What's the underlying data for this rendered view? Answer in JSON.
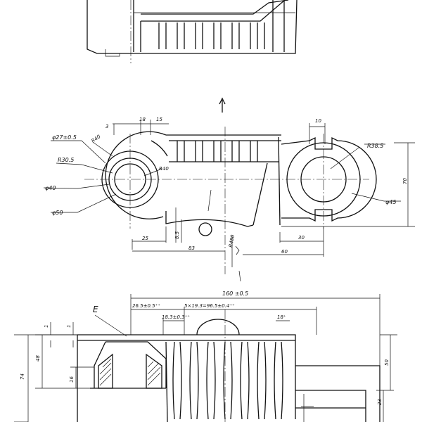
{
  "colors": {
    "ink": "#111111",
    "paper": "#ffffff"
  },
  "middle_view": {
    "labels": {
      "dia_left_bore": "φ27±0.5",
      "r_top": "R40",
      "r30_5": "R30.5",
      "dia40": "φ40",
      "dia50": "φ50",
      "r40_inner": "R40",
      "dim18": "18",
      "dim15": "15",
      "dim3": "3",
      "dim10": "10",
      "r38_5": "R38.5",
      "dim70": "70",
      "dia45": "φ45",
      "dim25": "25",
      "dim8_5": "8.5",
      "dim83": "83",
      "r480": "R480",
      "dim30": "30",
      "dim60": "60"
    }
  },
  "bottom_view": {
    "labels": {
      "detail_e": "E",
      "overall": "160 ±0.5",
      "dim26_5": "26.5±0.5⁺⁺",
      "dim5x": "5×19.3=96.5±0.4⁺⁺",
      "dim18_3": "18.3±0.3⁺⁺",
      "dim18b": "18⁺",
      "dim74": "74",
      "dim48": "48",
      "dim1a": "1",
      "dim1b": "1",
      "dim16": "16",
      "dim50": "50",
      "dim23": "23"
    }
  }
}
